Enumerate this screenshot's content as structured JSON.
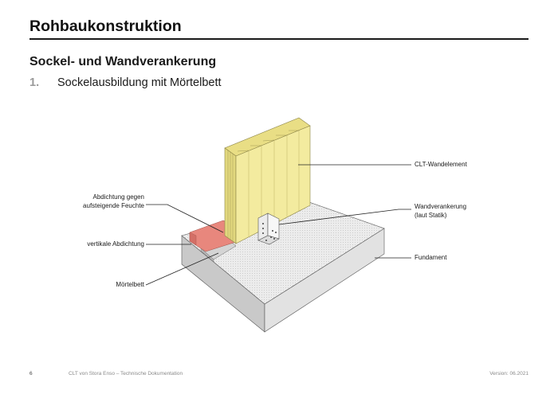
{
  "page": {
    "title": "Rohbaukonstruktion",
    "section_title": "Sockel- und Wandverankerung",
    "subsection": {
      "number": "1.",
      "text": "Sockelausbildung mit Mörtelbett"
    }
  },
  "diagram": {
    "labels": {
      "abdichtung_line1": "Abdichtung gegen",
      "abdichtung_line2": "aufsteigende Feuchte",
      "vertikale_abdichtung": "vertikale Abdichtung",
      "moertelbett": "Mörtelbett",
      "clt_wandelement": "CLT-Wandelement",
      "wandverankerung_line1": "Wandverankerung",
      "wandverankerung_line2": "(laut Statik)",
      "fundament": "Fundament"
    },
    "colors": {
      "clt_yellow": "#f2ea9c",
      "abdichtung_red": "#e8837a",
      "fundament_top": "#e9e9e9",
      "fundament_front": "#cfcfcf",
      "fundament_side": "#e0e0e0"
    }
  },
  "footer": {
    "page_number": "6",
    "doc_name": "CLT von Stora Enso – Technische Dokumentation",
    "version": "Version: 06.2021"
  }
}
